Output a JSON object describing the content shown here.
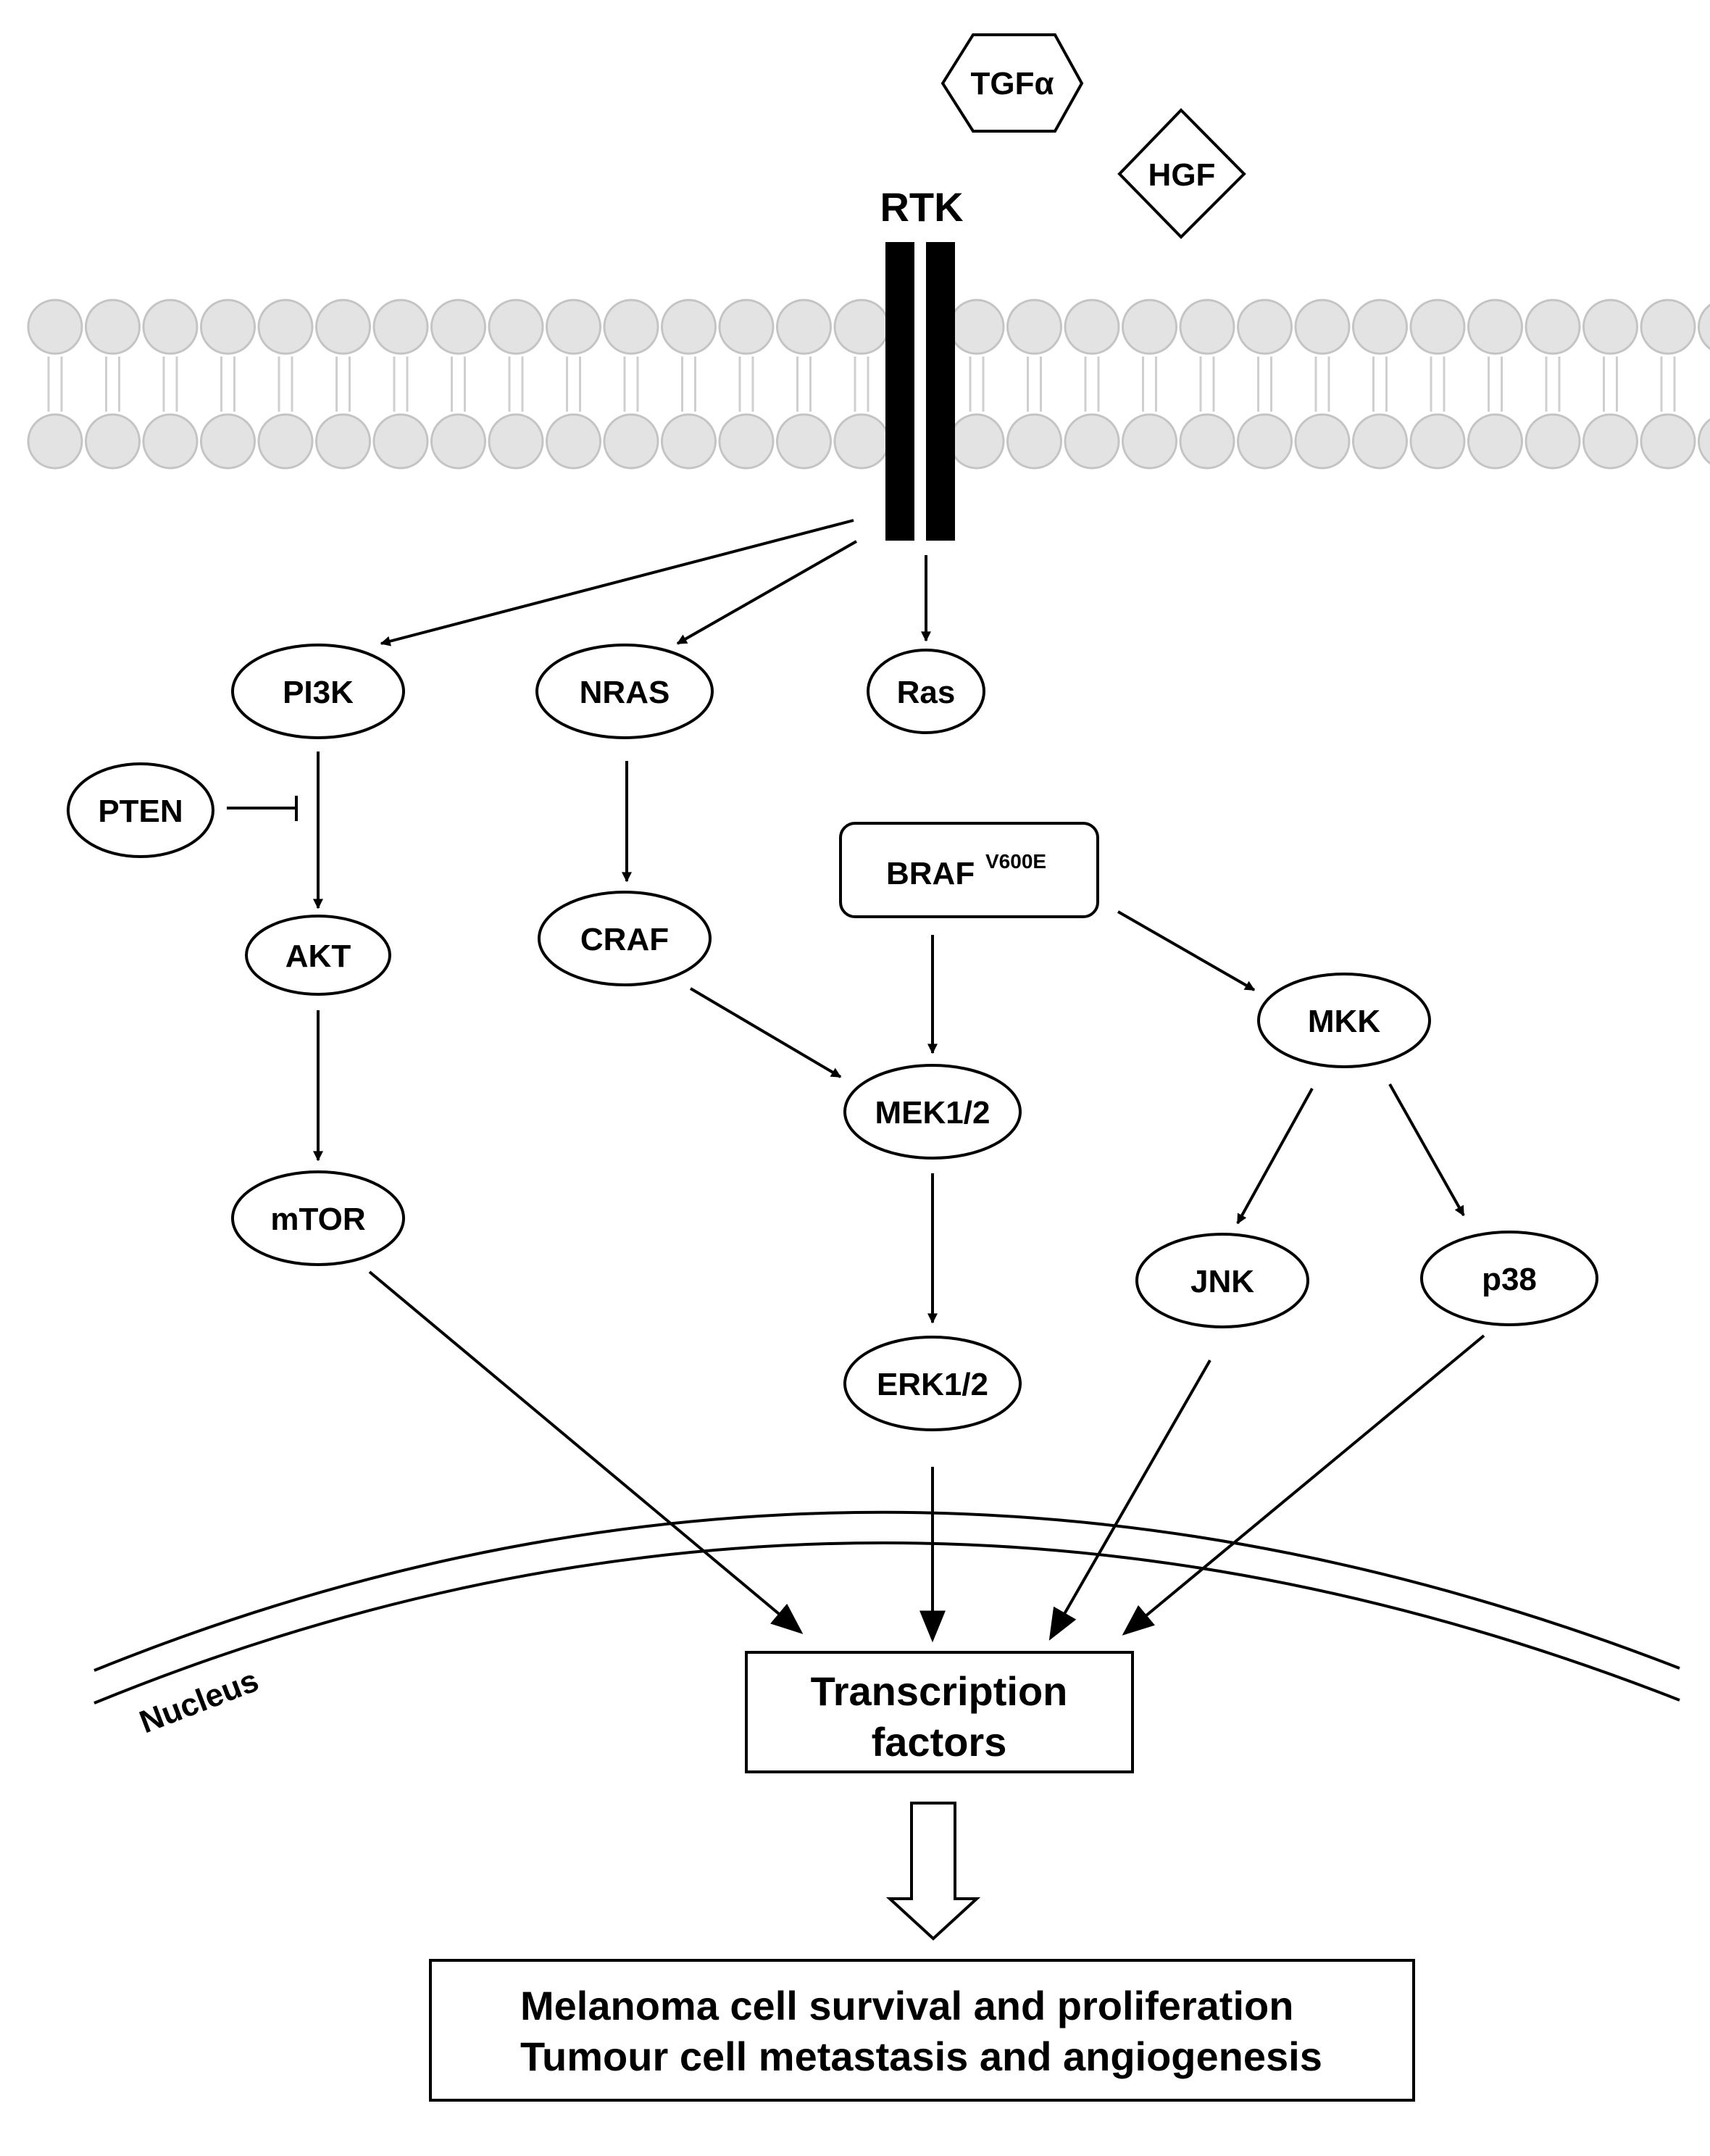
{
  "colors": {
    "stroke": "#000000",
    "background": "#ffffff",
    "membrane_head_fill": "#e3e3e3",
    "membrane_head_stroke": "#c4c4c4"
  },
  "ligands": {
    "tgfa": "TGFα",
    "hgf": "HGF"
  },
  "receptor": {
    "label": "RTK"
  },
  "nodes": {
    "pi3k": "PI3K",
    "nras": "NRAS",
    "ras": "Ras",
    "pten": "PTEN",
    "akt": "AKT",
    "mtor": "mTOR",
    "craf": "CRAF",
    "braf": "BRAF",
    "braf_mutation": "V600E",
    "mek": "MEK1/2",
    "erk": "ERK1/2",
    "mkk": "MKK",
    "jnk": "JNK",
    "p38": "p38"
  },
  "nucleus": {
    "label": "Nucleus"
  },
  "transcription": {
    "line1": "Transcription",
    "line2": "factors"
  },
  "outcome": {
    "line1": "Melanoma cell survival and proliferation",
    "line2": "Tumour cell metastasis and angiogenesis"
  }
}
